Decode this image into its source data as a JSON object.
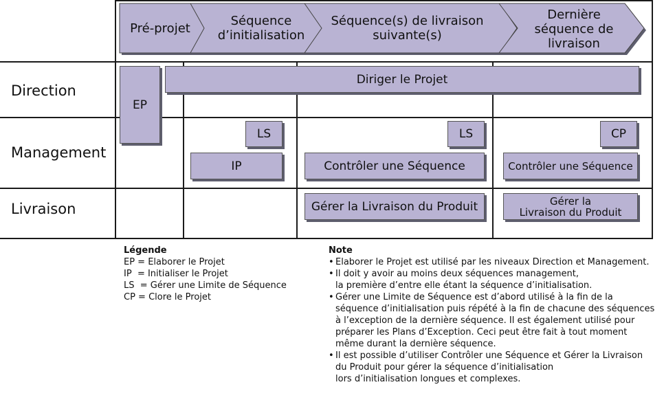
{
  "phases": [
    {
      "label": "Pré-projet"
    },
    {
      "label": "Séquence d’initialisation"
    },
    {
      "label": "Séquence(s) de livraison suivante(s)"
    },
    {
      "label": "Dernière séquence de livraison"
    }
  ],
  "rows": {
    "direction": "Direction",
    "management": "Management",
    "livraison": "Livraison"
  },
  "boxes": {
    "ep": "EP",
    "diriger": "Diriger le Projet",
    "ls1": "LS",
    "ip": "IP",
    "ls2": "LS",
    "controler1": "Contrôler une Séquence",
    "cp": "CP",
    "controler2": "Contrôler une Séquence",
    "gerer1": "Gérer la Livraison du Produit",
    "gerer2_line1": "Gérer la",
    "gerer2_line2": "Livraison du Produit"
  },
  "legend": {
    "title": "Légende",
    "items": [
      "EP = Elaborer le Projet",
      "IP  = Initialiser le Projet",
      "LS  = Gérer une Limite de Séquence",
      "CP = Clore le Projet"
    ]
  },
  "note": {
    "title": "Note",
    "bullet": "•",
    "items": [
      [
        "Elaborer le Projet est utilisé par les niveaux Direction et Management."
      ],
      [
        "Il doit y avoir au moins deux séquences management,",
        "la première d’entre elle étant la séquence d’initialisation."
      ],
      [
        "Gérer une Limite de Séquence est d’abord utilisé à la fin de la",
        "séquence d’initialisation puis répété à la fin de chacune des séquences",
        "à l’exception de la dernière séquence. Il est également utilisé pour",
        "préparer les Plans d’Exception. Ceci peut être fait à tout moment",
        "même durant la dernière séquence."
      ],
      [
        "Il est possible d’utiliser Contrôler une Séquence et Gérer la Livraison",
        "du Produit pour gérer la séquence d’initialisation",
        "lors d’initialisation longues et complexes."
      ]
    ]
  },
  "colors": {
    "chevron_fill": "#b9b3d3",
    "box_fill": "#b9b3d3",
    "shadow": "#5e5e6e",
    "grid_line": "#1a1a1a"
  }
}
